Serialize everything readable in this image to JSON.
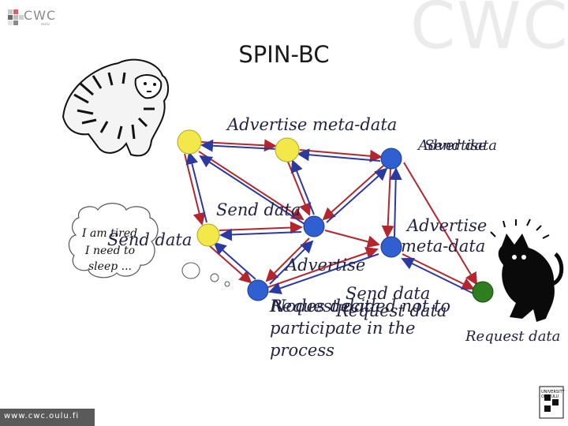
{
  "header": {
    "logo_text": "CWC",
    "logo_sub": "oulu",
    "watermark": "CWC"
  },
  "title": "SPIN-BC",
  "labels": {
    "advertise_meta_top": "Advertise meta-data",
    "top_right_overlap_1": "Advertise",
    "top_right_overlap_2": "Send data",
    "send_data_mid": "Send data",
    "advertise_meta_right_1": "Advertise",
    "advertise_meta_right_2": "meta-data",
    "advertise_lower": "Advertise",
    "send_data_lower": "Send data",
    "request_data_overlap": "Request data",
    "nodes_decided": "Nodes decided not to",
    "request_data_overlap_2": "Request data",
    "participate_line": "participate in the",
    "process_line": "process",
    "request_data_right": "Request data",
    "send_data_cloud": "Send data"
  },
  "thought_bubble": {
    "line1": "I am tired",
    "line2": "I need to",
    "line3": "sleep ..."
  },
  "footer": {
    "url": "www.cwc.oulu.fi",
    "university": "UNIVERSITY OF OULU"
  },
  "colors": {
    "yellow_node": "#f2e84a",
    "blue_node": "#2f5fd0",
    "green_node": "#2e7d1e",
    "arrow_red": "#b3262e",
    "arrow_blue": "#2b3aa0",
    "footer_bg": "#5a5a5a"
  }
}
